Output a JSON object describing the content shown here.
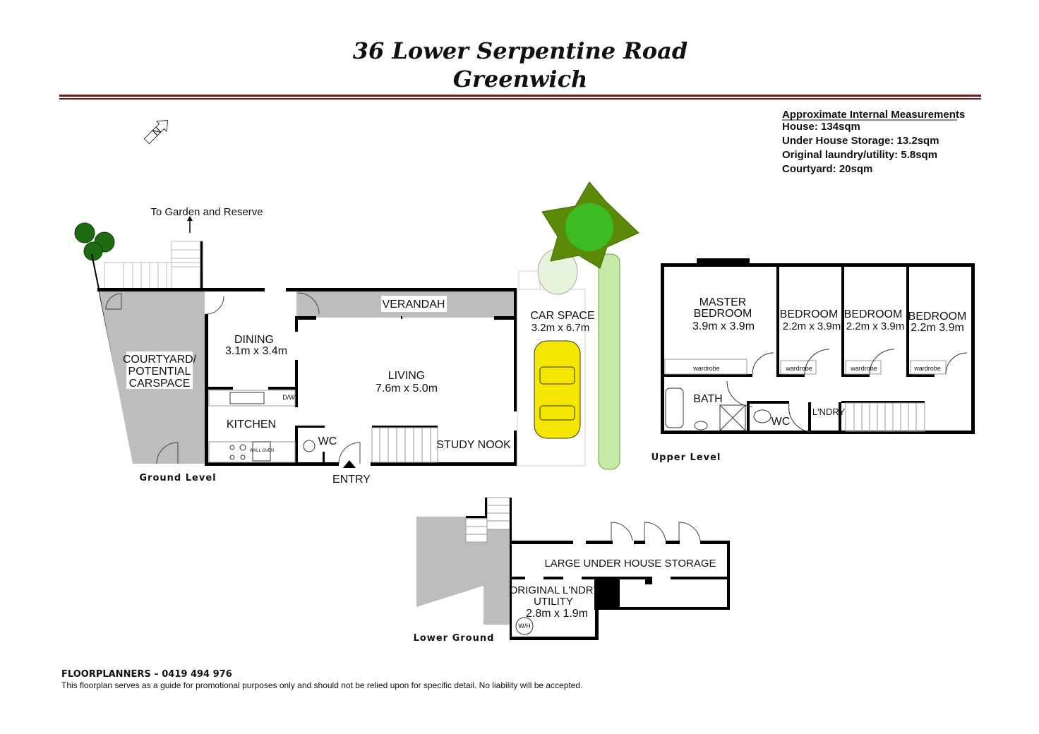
{
  "header": {
    "title_line1": "36 Lower Serpentine Road",
    "title_line2": "Greenwich"
  },
  "colors": {
    "rule": "#6b1c1c",
    "shade": "#bdbdbd",
    "car": "#f5e600",
    "tree": "#4f9a06",
    "hedge": "#8fcf5a"
  },
  "compass": {
    "label": "N"
  },
  "measurements": {
    "heading": "Approximate Internal Measurements",
    "items": [
      "House: 134sqm",
      "Under House Storage: 13.2sqm",
      "Original laundry/utility: 5.8sqm",
      "Courtyard: 20sqm"
    ]
  },
  "ground": {
    "level_label": "Ground Level",
    "garden_label": "To Garden and Reserve",
    "courtyard": [
      "COURTYARD/",
      "POTENTIAL",
      "CARSPACE"
    ],
    "verandah": "VERANDAH",
    "dining": {
      "name": "DINING",
      "size": "3.1m x 3.4m"
    },
    "living": {
      "name": "LIVING",
      "size": "7.6m x 5.0m"
    },
    "kitchen": "KITCHEN",
    "dishwasher": "D/W",
    "wall_oven": "WALL OVEN",
    "wc": "WC",
    "study": "STUDY NOOK",
    "entry": "ENTRY",
    "car_space": {
      "name": "CAR SPACE",
      "size": "3.2m x 6.7m"
    }
  },
  "upper": {
    "level_label": "Upper Level",
    "master": {
      "name1": "MASTER",
      "name2": "BEDROOM",
      "size": "3.9m x 3.9m"
    },
    "bedrooms": [
      {
        "name": "BEDROOM",
        "size": "2.2m x 3.9m"
      },
      {
        "name": "BEDROOM",
        "size": "2.2m x 3.9m"
      },
      {
        "name": "BEDROOM",
        "size": "2.2m 3.9m"
      }
    ],
    "wardrobe": "wardrobe",
    "bath": "BATH",
    "wc": "WC",
    "laundry": "L'NDRY"
  },
  "lower": {
    "level_label": "Lower Ground",
    "storage": "LARGE UNDER HOUSE STORAGE",
    "utility": {
      "name1": "ORIGINAL L'NDRY",
      "name2": "UTILITY",
      "size": "2.8m x 1.9m"
    },
    "water_heater": "W/H"
  },
  "footer": {
    "company": "FLOORPLANNERS – 0419 494 976",
    "disclaimer": "This floorplan serves as a guide for promotional purposes only and should not be relied upon for specific detail.  No liability will be accepted."
  }
}
